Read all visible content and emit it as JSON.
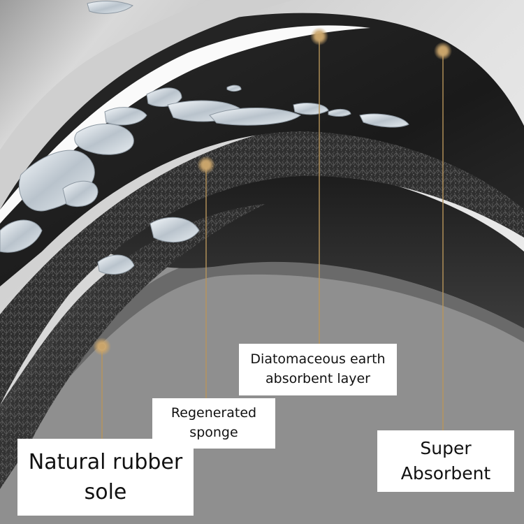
{
  "callouts": {
    "diatomaceous": {
      "line1": "Diatomaceous earth",
      "line2": "absorbent layer"
    },
    "sponge": {
      "line1": "Regenerated",
      "line2": "sponge"
    },
    "super_absorbent": {
      "line1": "Super",
      "line2": "Absorbent"
    },
    "rubber_sole": {
      "line1": "Natural rubber",
      "line2": "sole"
    }
  },
  "colors": {
    "background": "#e9e9e9",
    "top_fabric": "#d6d6d6",
    "absorbent_black": "#202020",
    "sponge": "#343434",
    "rubber": "#8a8a8a",
    "leader": "#b8955a",
    "dot": "#c9a46a"
  }
}
